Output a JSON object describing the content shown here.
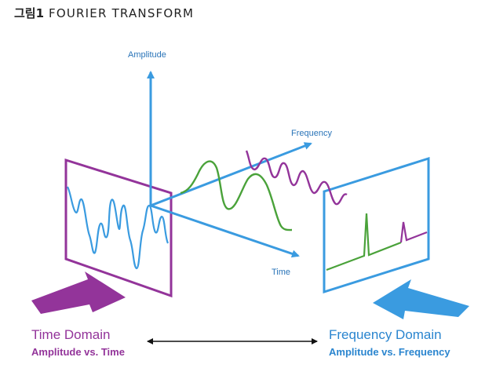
{
  "figure": {
    "number_label": "그림1",
    "title": "FOURIER TRANSFORM"
  },
  "axes": {
    "amplitude": "Amplitude",
    "frequency": "Frequency",
    "time": "Time"
  },
  "time_domain": {
    "title": "Time Domain",
    "subtitle": "Amplitude vs. Time"
  },
  "frequency_domain": {
    "title": "Frequency Domain",
    "subtitle": "Amplitude vs. Frequency"
  },
  "colors": {
    "blue": "#3a9be0",
    "purple": "#93349a",
    "green": "#4aa23a",
    "black": "#111111"
  }
}
